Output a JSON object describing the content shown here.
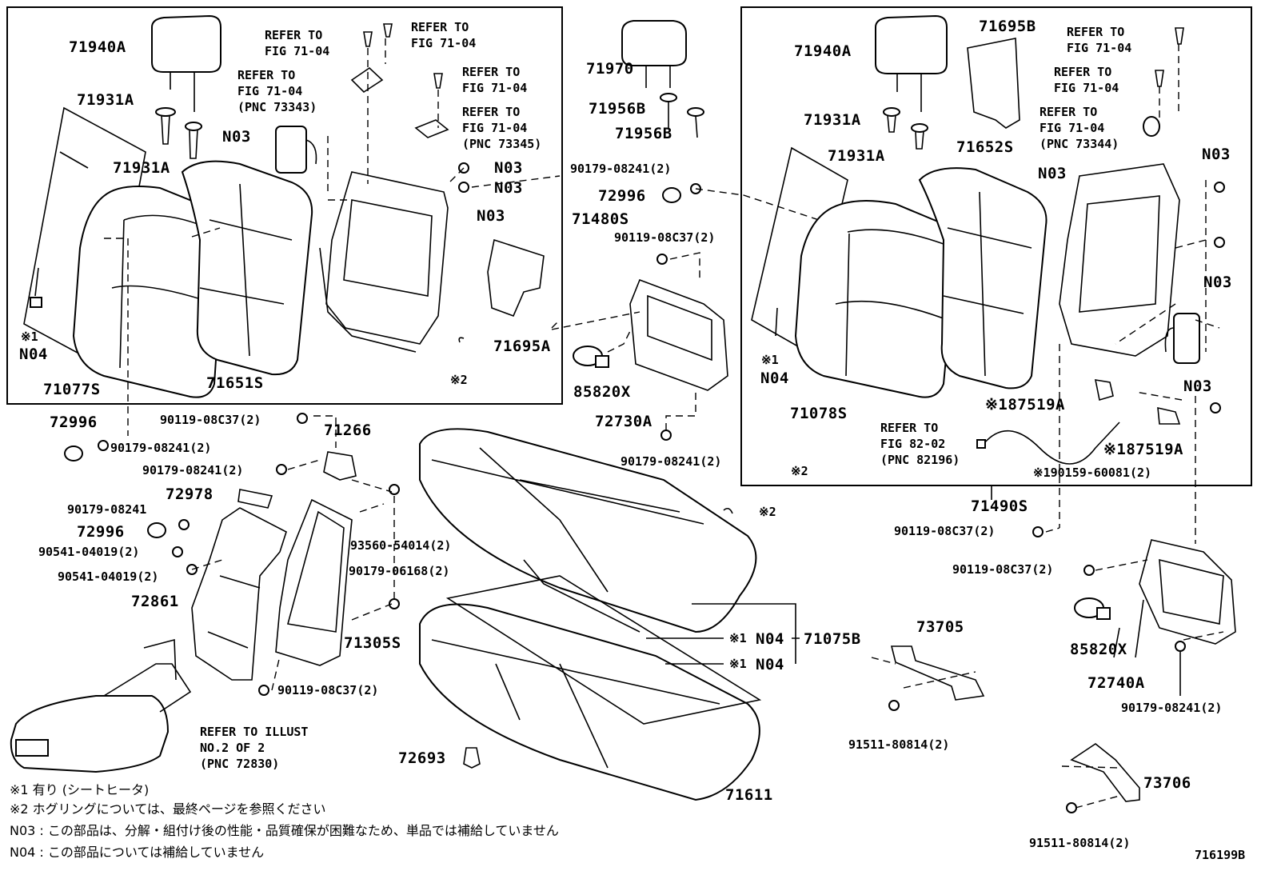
{
  "diagram": {
    "code": "716199B",
    "left_group": {
      "headrest": "71940A",
      "guide_a": "71931A",
      "guide_b": "71931A",
      "n03_a": "N03",
      "n03_b": "N03",
      "n03_c": "N03",
      "n03_d": "N03",
      "mark1": "※1",
      "n04": "N04",
      "cover": "71077S",
      "pad": "71651S",
      "frame": "71480S",
      "board": "71695A",
      "mark2": "※2",
      "ref1": "REFER TO\nFIG 71-04",
      "ref2": "REFER TO\nFIG 71-04",
      "ref3": "REFER TO\nFIG 71-04\n(PNC 73343)",
      "ref4": "REFER TO\nFIG 71-04",
      "ref5": "REFER TO\nFIG 71-04\n(PNC 73345)"
    },
    "center_group": {
      "headrest": "71970",
      "support1": "71956B",
      "support2": "71956B",
      "nut_a": "90179-08241(2)",
      "stopper": "72996",
      "bolt_a": "90119-08C37(2)",
      "actuator": "85820X",
      "hinge": "72730A",
      "nut_b": "90179-08241(2)"
    },
    "right_group": {
      "headrest": "71940A",
      "board": "71695B",
      "guide_a": "71931A",
      "guide_b": "71931A",
      "pad": "71652S",
      "ref1": "REFER TO\nFIG 71-04",
      "ref2": "REFER TO\nFIG 71-04",
      "ref3": "REFER TO\nFIG 71-04\n(PNC 73344)",
      "n03_a": "N03",
      "n03_b": "N03",
      "n03_c": "N03",
      "n03_d": "N03",
      "mark1": "※1",
      "n04": "N04",
      "cover": "71078S",
      "mark2": "※2",
      "ref4": "REFER TO\nFIG 82-02\n(PNC 82196)",
      "bracket_a": "※187519A",
      "bracket_b": "※187519A",
      "bolt": "※190159-60081(2)",
      "frame": "71490S"
    },
    "lower_left": {
      "stopper_a": "72996",
      "nut_a": "90179-08241(2)",
      "bolt_a": "90119-08C37(2)",
      "hinge": "71266",
      "nut_b": "90179-08241(2)",
      "plate": "72978",
      "nut_c": "90179-08241",
      "stopper_b": "72996",
      "screw_a": "90541-04019(2)",
      "screw_b": "90541-04019(2)",
      "armrest": "72861",
      "clip": "93560-54014(2)",
      "nut_d": "90179-06168(2)",
      "armrest_frame": "71305S",
      "bolt_b": "90119-08C37(2)",
      "ref": "REFER TO ILLUST\nNO.2 OF 2\n(PNC 72830)"
    },
    "cushion": {
      "mark2": "※2",
      "mark1a": "※1",
      "n04a": "N04",
      "cover": "71075B",
      "mark1b": "※1",
      "n04b": "N04",
      "clip": "72693",
      "pad": "71611"
    },
    "lower_right": {
      "bolt_a": "90119-08C37(2)",
      "bolt_b": "90119-08C37(2)",
      "actuator": "85820X",
      "hinge": "72740A",
      "nut": "90179-08241(2)",
      "bracket_a": "73705",
      "bolt_c": "91511-80814(2)",
      "bracket_b": "73706",
      "bolt_d": "91511-80814(2)"
    },
    "legend": {
      "line1": "※1 有り (シートヒータ)",
      "line2": "※2 ホグリングについては、最終ページを参照ください",
      "line3": "N03 : この部品は、分解・組付け後の性能・品質確保が困難なため、単品では補給していません",
      "line4": "N04 : この部品については補給していません"
    }
  }
}
